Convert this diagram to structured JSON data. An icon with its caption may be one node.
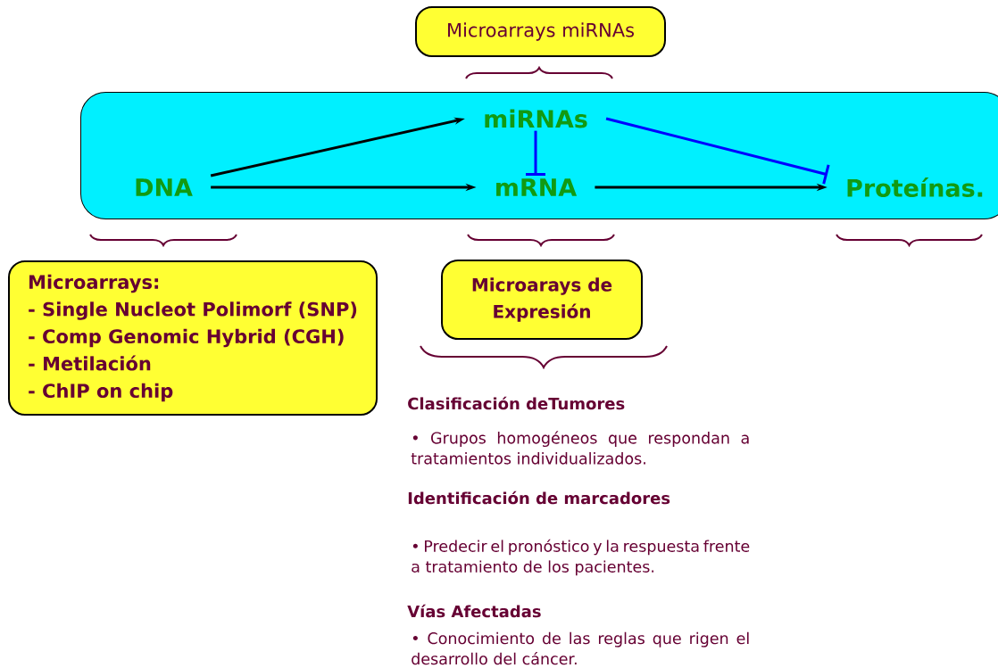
{
  "diagram": {
    "nodes": [
      {
        "text": [],
        "shape": "box"
      },
      {
        "text": [
          "DNA"
        ],
        "in": 0
      },
      {
        "text": [
          "miRNAs"
        ],
        "in": 0
      },
      {
        "text": [
          "mRNA"
        ],
        "in": 0
      },
      {
        "text": [
          "Proteínas."
        ],
        "in": 0
      },
      {
        "text": [
          "Microarrays miRNAs"
        ]
      },
      {
        "text": [
          "Microarrays:",
          "- Single Nucleot Polimorf (SNP)",
          "- Comp Genomic Hybrid (CGH)",
          "- Metilación",
          "- ChIP on chip"
        ]
      },
      {
        "text": [
          "Microarays de Expresión"
        ]
      }
    ],
    "edges": [
      {
        "from": 1,
        "to": 2,
        "arrow": "to"
      },
      {
        "from": 1,
        "to": 3,
        "arrow": "to"
      },
      {
        "from": 2,
        "to": 3,
        "arrow": "other",
        "color": "#0000ff"
      },
      {
        "from": 2,
        "to": 4,
        "arrow": "other",
        "color": "#0000ff"
      },
      {
        "from": 3,
        "to": 4,
        "arrow": "to"
      }
    ],
    "labels": [
      "Clasificación deTumores",
      "• Grupos homogéneos que respondan a tratamientos individualizados.",
      "Identificación de marcadores",
      "• Predecir el pronóstico y la respuesta frente a tratamiento de los pacientes.",
      "Vías Afectadas",
      "• Conocimiento de las reglas que rigen el desarrollo del cáncer."
    ]
  }
}
